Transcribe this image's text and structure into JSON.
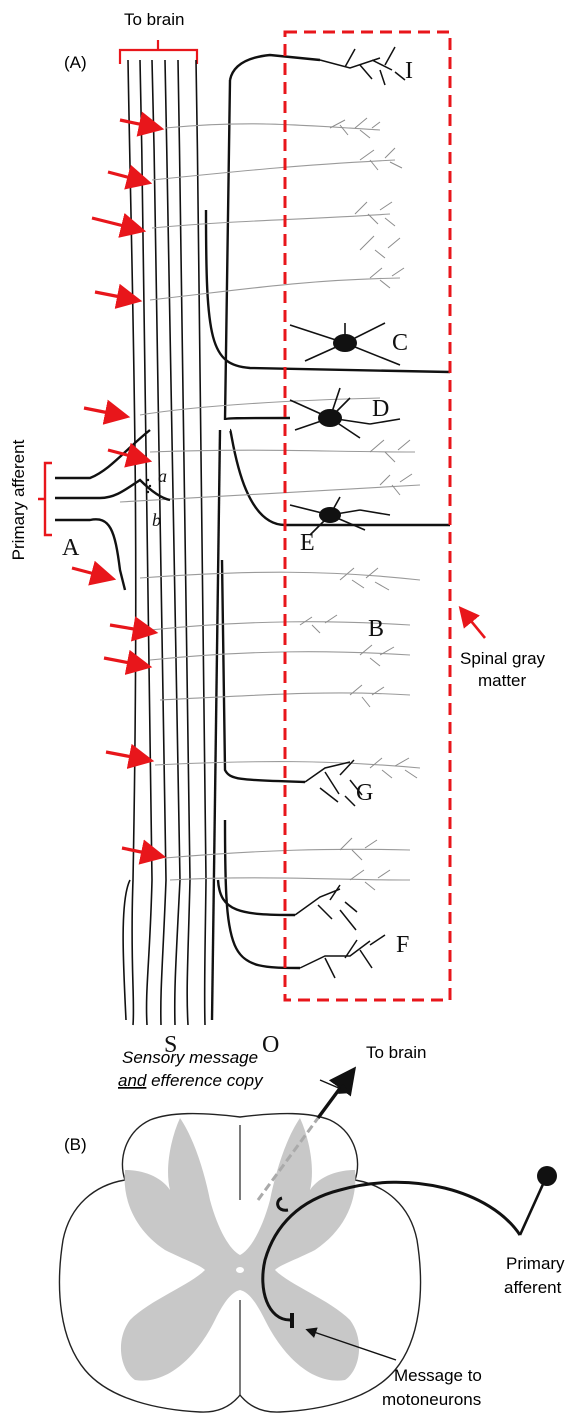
{
  "panel_a": {
    "panel_label": "(A)",
    "to_brain_label": "To brain",
    "primary_afferent_label": "Primary afferent",
    "spinal_gray_label_line1": "Spinal gray",
    "spinal_gray_label_line2": "matter",
    "cell_letters": {
      "A": "A",
      "B": "B",
      "C": "C",
      "D": "D",
      "E": "E",
      "F": "F",
      "G": "G",
      "I": "I",
      "S": "S",
      "O": "O",
      "a": "a",
      "b": "b"
    },
    "colors": {
      "annotation": "#e8161b",
      "drawing": "#111111",
      "faint_fiber": "#9a9a9a"
    }
  },
  "panel_b": {
    "panel_label": "(B)",
    "to_brain_label": "To brain",
    "sensory_line1": "Sensory message",
    "sensory_and": "and",
    "sensory_efference": " efference copy",
    "primary_afferent_line1": "Primary",
    "primary_afferent_line2": "afferent",
    "message_line1": "Message to",
    "message_line2": "motoneurons",
    "colors": {
      "gray_matter": "#c8c8c8",
      "outline": "#222222",
      "dashed": "#aaaaaa"
    }
  }
}
